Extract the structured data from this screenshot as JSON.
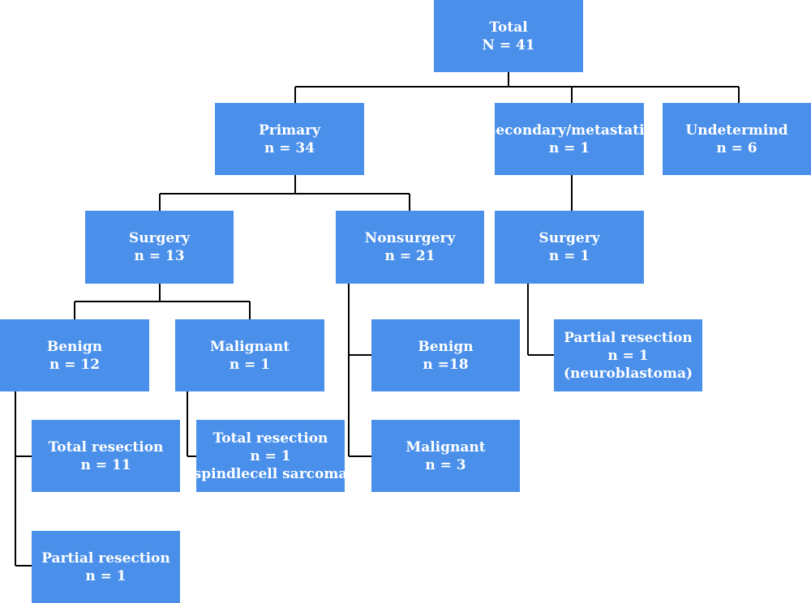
{
  "colors": {
    "box": "#4a90ea",
    "text": "#ffffff",
    "line": "#000000"
  },
  "nodes": {
    "total": {
      "lines": [
        "Total",
        "N = 41"
      ]
    },
    "primary": {
      "lines": [
        "Primary",
        "n = 34"
      ]
    },
    "secondary": {
      "lines": [
        "Secondary/metastatic",
        "n = 1"
      ]
    },
    "undetermined": {
      "lines": [
        "Undetermind",
        "n = 6"
      ]
    },
    "primary_surgery": {
      "lines": [
        "Surgery",
        "n = 13"
      ]
    },
    "nonsurgery": {
      "lines": [
        "Nonsurgery",
        "n = 21"
      ]
    },
    "secondary_surgery": {
      "lines": [
        "Surgery",
        "n = 1"
      ]
    },
    "surgery_benign": {
      "lines": [
        "Benign",
        "n = 12"
      ]
    },
    "surgery_malignant": {
      "lines": [
        "Malignant",
        "n = 1"
      ]
    },
    "nonsurgery_benign": {
      "lines": [
        "Benign",
        "n =18"
      ]
    },
    "secondary_partial": {
      "lines": [
        "Partial resection",
        "n = 1",
        "(neuroblastoma)"
      ]
    },
    "benign_total": {
      "lines": [
        "Total resection",
        "n = 11"
      ]
    },
    "malignant_total": {
      "lines": [
        "Total resection",
        "n = 1",
        "(spindlecell sarcoma)"
      ]
    },
    "nonsurgery_malignant": {
      "lines": [
        "Malignant",
        "n = 3"
      ]
    },
    "benign_partial": {
      "lines": [
        "Partial resection",
        "n = 1"
      ]
    }
  }
}
